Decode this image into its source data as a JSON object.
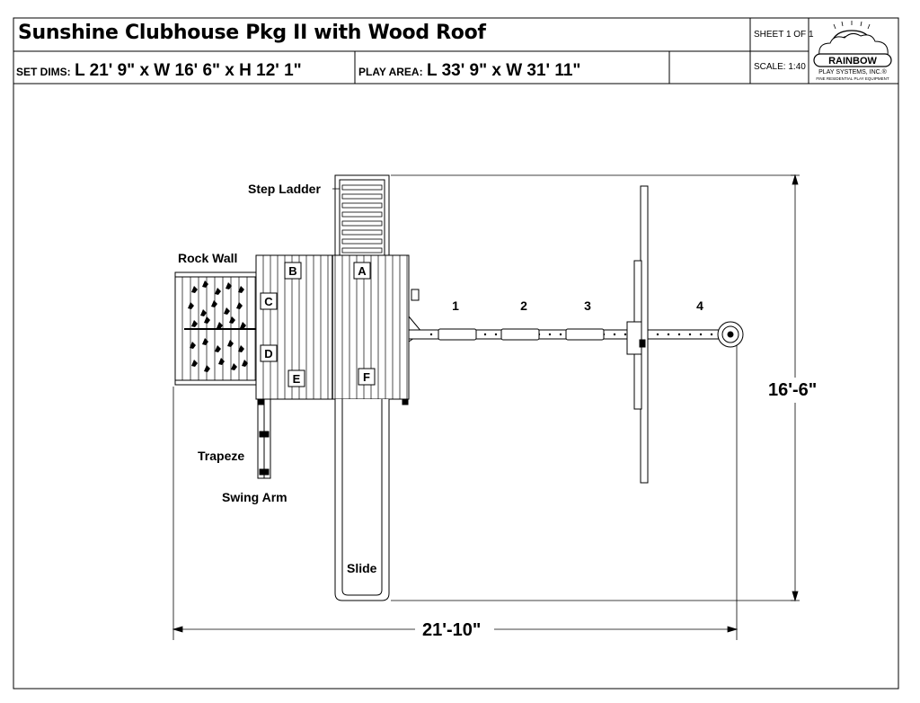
{
  "title": "Sunshine Clubhouse Pkg II with Wood Roof",
  "set_dims": {
    "label": "SET DIMS:",
    "value": "L 21' 9\" x W 16' 6\" x H 12' 1\""
  },
  "play_area": {
    "label": "PLAY AREA:",
    "value": "L 33' 9\" x W 31' 11\""
  },
  "sheet": "SHEET 1 OF 1",
  "scale": "SCALE: 1:40",
  "logo": {
    "name": "RAINBOW",
    "company": "PLAY SYSTEMS, INC.®",
    "tagline": "FINE RESIDENTIAL PLAY EQUIPMENT"
  },
  "labels": {
    "step_ladder": "Step Ladder",
    "rock_wall": "Rock Wall",
    "trapeze": "Trapeze",
    "swing_arm": "Swing Arm",
    "slide": "Slide"
  },
  "deck_letters": [
    "A",
    "B",
    "C",
    "D",
    "E",
    "F"
  ],
  "swing_positions": [
    "1",
    "2",
    "3",
    "4"
  ],
  "dimensions": {
    "height": "16'-6\"",
    "width": "21'-10\""
  },
  "colors": {
    "line": "#000000",
    "paper": "#ffffff"
  }
}
